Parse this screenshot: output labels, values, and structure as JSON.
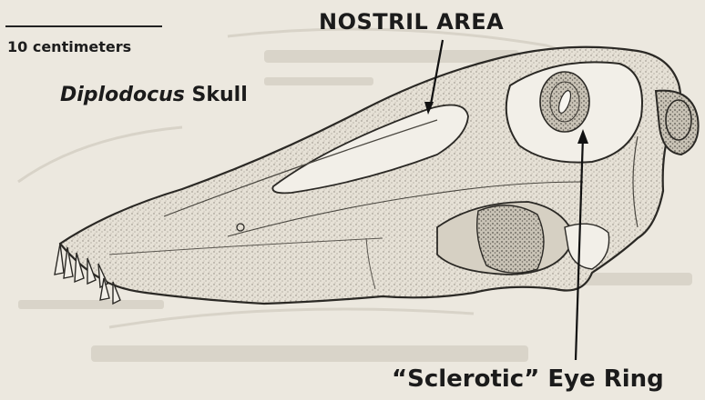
{
  "scale": {
    "label": "10 centimeters"
  },
  "title": {
    "genus": "Diplodocus",
    "rest": " Skull"
  },
  "labels": {
    "nostril": "NOSTRIL AREA",
    "eye_ring": "“Sclerotic” Eye Ring"
  }
}
